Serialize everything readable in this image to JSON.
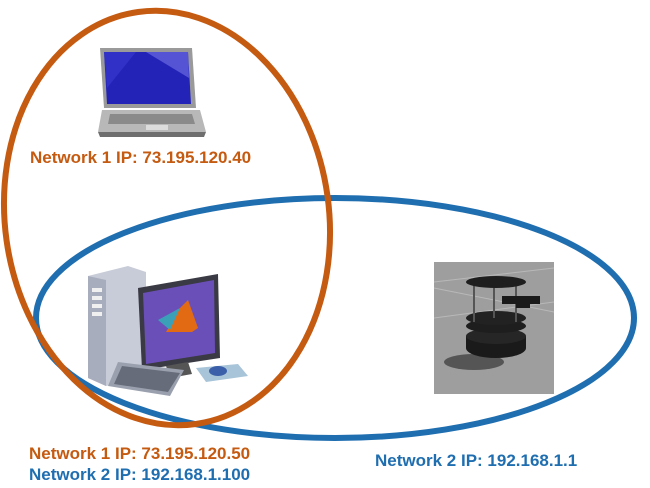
{
  "colors": {
    "network1": "#c55a11",
    "network2": "#1f6eb0",
    "background": "#ffffff"
  },
  "networks": [
    {
      "id": "network1",
      "name": "Network 1",
      "color": "#c55a11"
    },
    {
      "id": "network2",
      "name": "Network 2",
      "color": "#1f6eb0"
    }
  ],
  "devices": {
    "laptop": {
      "icon": "laptop-icon",
      "labels": [
        "Network 1 IP: 73.195.120.40"
      ]
    },
    "desktop": {
      "icon": "desktop-matlab-icon",
      "labels": [
        "Network 1 IP: 73.195.120.50",
        "Network 2 IP: 192.168.1.100"
      ]
    },
    "robot": {
      "icon": "turtlebot-robot-icon",
      "labels": [
        "Network 2 IP: 192.168.1.1"
      ]
    }
  }
}
